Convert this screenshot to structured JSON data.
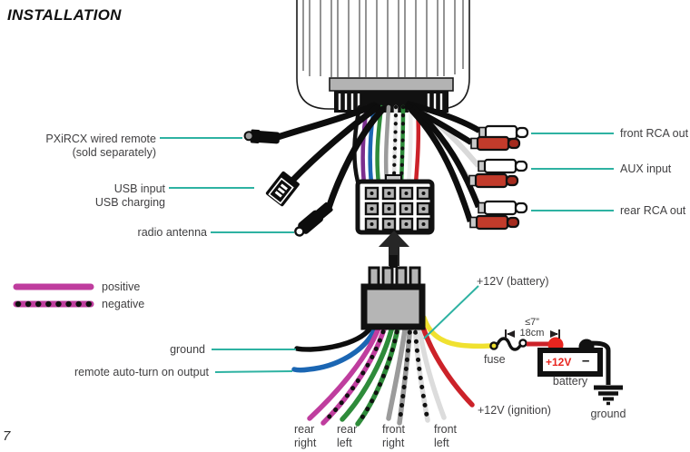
{
  "page": {
    "title": "INSTALLATION",
    "page_number": "7"
  },
  "connections": {
    "left": [
      {
        "label": "PXiRCX wired remote",
        "sublabel": "(sold separately)"
      },
      {
        "label": "USB input",
        "sublabel": "USB charging"
      },
      {
        "label": "radio antenna",
        "sublabel": ""
      }
    ],
    "right": [
      {
        "label": "front RCA out"
      },
      {
        "label": "AUX input"
      },
      {
        "label": "rear RCA out"
      }
    ]
  },
  "legend": {
    "positive_label": "positive",
    "negative_label": "negative"
  },
  "harness": {
    "ground_label": "ground",
    "remote_label": "remote auto-turn on output",
    "battery_label": "+12V (battery)",
    "ignition_label": "+12V (ignition)",
    "speakers": [
      {
        "line1": "rear",
        "line2": "right"
      },
      {
        "line1": "rear",
        "line2": "left"
      },
      {
        "line1": "front",
        "line2": "right"
      },
      {
        "line1": "front",
        "line2": "left"
      }
    ]
  },
  "battery_circuit": {
    "fuse_label": "fuse",
    "battery_label": "battery",
    "battery_positive": "+12V",
    "battery_negative": "–",
    "ground_label": "ground",
    "max_length_in": "≤7”",
    "max_length_cm": "18cm"
  },
  "colors": {
    "leader_teal": "#2eb2a2",
    "positive_magenta": "#bf3d9e",
    "wire_blue": "#1b66b3",
    "wire_green": "#2e8b3a",
    "wire_gray": "#9b9b9b",
    "wire_white": "#dcdcdc",
    "wire_red": "#cc2229",
    "wire_yellow": "#f0e130",
    "rca_red": "#c23b2b",
    "battery_red": "#e8251f"
  }
}
